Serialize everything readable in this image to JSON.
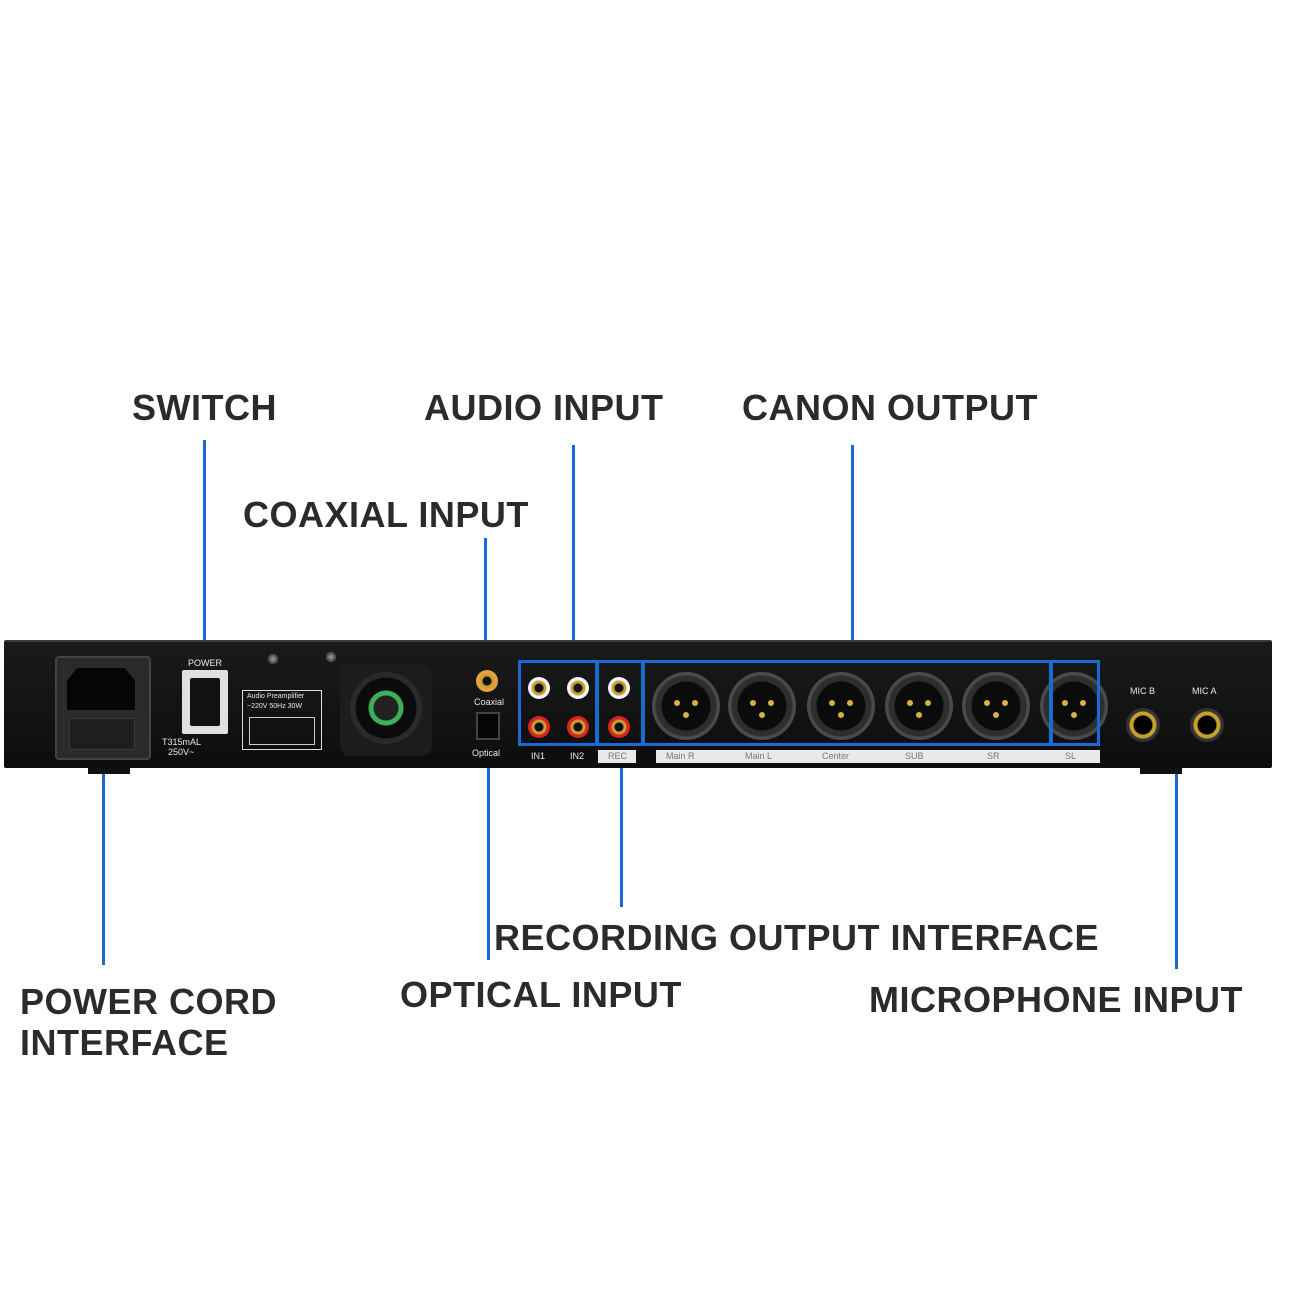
{
  "callouts": {
    "switch": "SWITCH",
    "audio_input": "AUDIO INPUT",
    "canon_output": "CANON OUTPUT",
    "coaxial_input": "COAXIAL INPUT",
    "recording_output": "RECORDING OUTPUT INTERFACE",
    "optical_input": "OPTICAL INPUT",
    "microphone_input": "MICROPHONE INPUT",
    "power_cord_line1": "POWER CORD",
    "power_cord_line2": "INTERFACE"
  },
  "panel_labels": {
    "power": "POWER",
    "fuse_line1": "T315mAL",
    "fuse_line2": "250V~",
    "sticker_title": "Audio Preamplifier",
    "sticker_spec": "~220V 50Hz 30W",
    "coaxial": "Coaxial",
    "optical": "Optical",
    "in1": "IN1",
    "in2": "IN2",
    "rec": "REC",
    "main_r": "Main R",
    "main_l": "Main L",
    "center": "Center",
    "sub": "SUB",
    "sr": "SR",
    "sl": "SL",
    "mic_b": "MIC B",
    "mic_a": "MIC A"
  },
  "colors": {
    "accent": "#1a6ad6",
    "text": "#2b2b2b",
    "device": "#111111"
  }
}
